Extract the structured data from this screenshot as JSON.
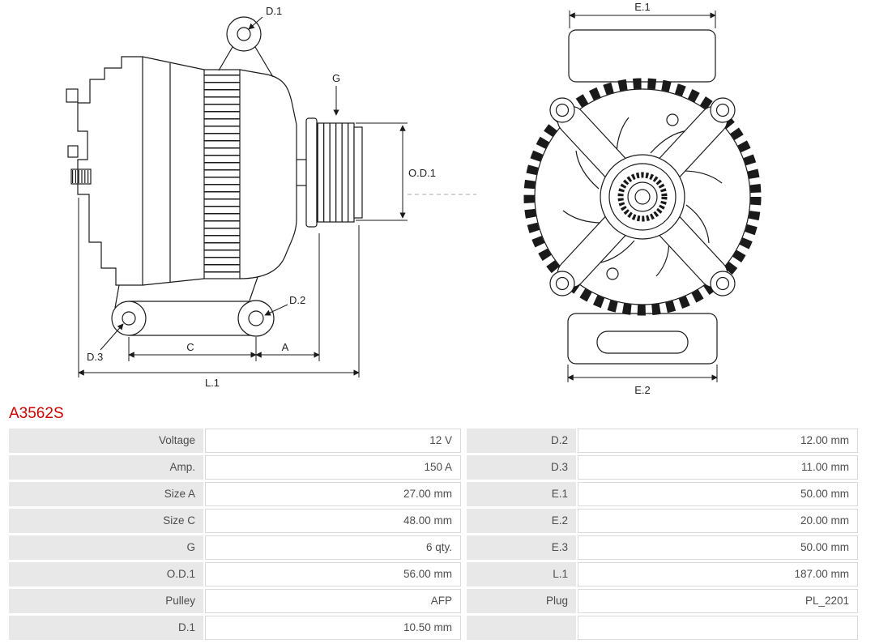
{
  "part_number": "A3562S",
  "diagram": {
    "labels": {
      "d1": "D.1",
      "g": "G",
      "od1": "O.D.1",
      "d2": "D.2",
      "d3": "D.3",
      "c": "C",
      "a": "A",
      "l1": "L.1",
      "e1": "E.1",
      "e2": "E.2"
    }
  },
  "specs": {
    "left": [
      {
        "label": "Voltage",
        "value": "12 V"
      },
      {
        "label": "Amp.",
        "value": "150 A"
      },
      {
        "label": "Size A",
        "value": "27.00 mm"
      },
      {
        "label": "Size C",
        "value": "48.00 mm"
      },
      {
        "label": "G",
        "value": "6 qty."
      },
      {
        "label": "O.D.1",
        "value": "56.00 mm"
      },
      {
        "label": "Pulley",
        "value": "AFP"
      },
      {
        "label": "D.1",
        "value": "10.50 mm"
      }
    ],
    "right": [
      {
        "label": "D.2",
        "value": "12.00 mm"
      },
      {
        "label": "D.3",
        "value": "11.00 mm"
      },
      {
        "label": "E.1",
        "value": "50.00 mm"
      },
      {
        "label": "E.2",
        "value": "20.00 mm"
      },
      {
        "label": "E.3",
        "value": "50.00 mm"
      },
      {
        "label": "L.1",
        "value": "187.00 mm"
      },
      {
        "label": "Plug",
        "value": "PL_2201"
      },
      {
        "label": "",
        "value": ""
      }
    ]
  },
  "colors": {
    "part_number": "#cc0000",
    "label_cell_bg": "#e8e8e8",
    "value_cell_border": "#d9d9d9",
    "table_text": "#4d4d4d",
    "line": "#1a1a1a"
  }
}
